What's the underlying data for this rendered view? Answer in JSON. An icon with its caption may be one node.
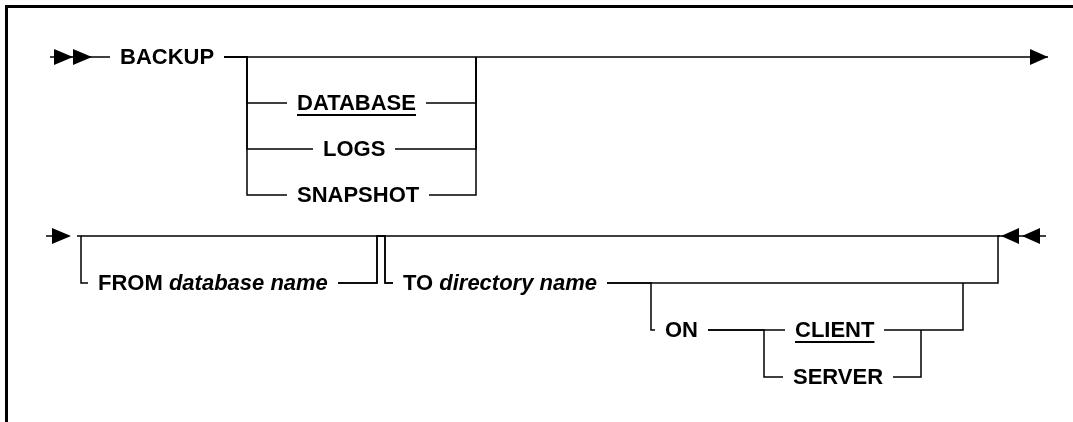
{
  "diagram": {
    "nodes": [
      {
        "text": [
          "BACKUP"
        ]
      },
      {
        "text": [
          "DATABASE"
        ]
      },
      {
        "text": [
          "LOGS"
        ]
      },
      {
        "text": [
          "SNAPSHOT"
        ]
      },
      {
        "text": [
          "FROM *database name*"
        ]
      },
      {
        "text": [
          "TO *directory name*"
        ]
      },
      {
        "text": [
          "ON"
        ]
      },
      {
        "text": [
          "CLIENT"
        ]
      },
      {
        "text": [
          "SERVER"
        ]
      }
    ],
    "edges": [
      {
        "from": null,
        "to": 0,
        "arrow": "none"
      },
      {
        "from": 0,
        "to": 1,
        "arrow": "none"
      },
      {
        "from": 0,
        "to": 2,
        "arrow": "none"
      },
      {
        "from": 0,
        "to": 3,
        "arrow": "none"
      },
      {
        "from": 0,
        "to": null,
        "arrow": "to"
      },
      {
        "from": 1,
        "to": null,
        "arrow": "none"
      },
      {
        "from": 2,
        "to": null,
        "arrow": "none"
      },
      {
        "from": 3,
        "to": null,
        "arrow": "none"
      },
      {
        "from": null,
        "to": 4,
        "arrow": "none"
      },
      {
        "from": 4,
        "to": 5,
        "arrow": "none"
      },
      {
        "from": null,
        "to": 5,
        "arrow": "none"
      },
      {
        "from": 5,
        "to": 6,
        "arrow": "none"
      },
      {
        "from": 5,
        "to": null,
        "arrow": "none"
      },
      {
        "from": 4,
        "to": null,
        "arrow": "none"
      },
      {
        "from": 6,
        "to": 7,
        "arrow": "none"
      },
      {
        "from": 6,
        "to": 8,
        "arrow": "none"
      },
      {
        "from": 7,
        "to": null,
        "arrow": "none"
      },
      {
        "from": 8,
        "to": null,
        "arrow": "none"
      }
    ]
  }
}
